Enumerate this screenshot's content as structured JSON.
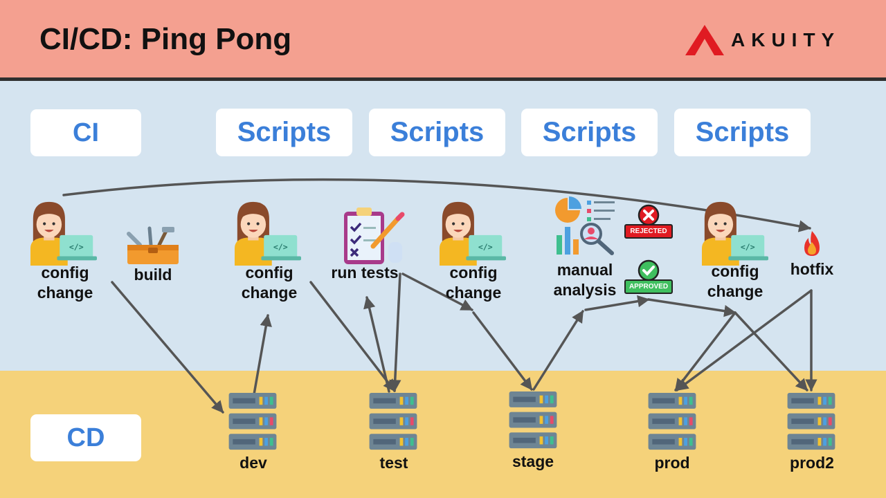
{
  "header": {
    "title": "CI/CD: Ping Pong",
    "brand": "AKUITY"
  },
  "lanes": {
    "ci": "CI",
    "cd": "CD"
  },
  "scripts": [
    "Scripts",
    "Scripts",
    "Scripts",
    "Scripts"
  ],
  "steps": {
    "config1": [
      "config",
      "change"
    ],
    "build": "build",
    "config2": [
      "config",
      "change"
    ],
    "run_tests": "run tests",
    "config3": [
      "config",
      "change"
    ],
    "manual_analysis": [
      "manual",
      "analysis"
    ],
    "config4": [
      "config",
      "change"
    ],
    "hotfix": "hotfix"
  },
  "badges": {
    "rejected": "REJECTED",
    "approved": "APPROVED"
  },
  "environments": [
    "dev",
    "test",
    "stage",
    "prod",
    "prod2"
  ],
  "colors": {
    "header_bg": "#f4a090",
    "ci_bg": "#d5e4f0",
    "cd_bg": "#f5d27a",
    "accent_text": "#3b7fd9",
    "arrow": "#555555",
    "brand_red": "#e01b22"
  },
  "icons": {
    "developer": "developer-laptop-icon",
    "build": "toolbox-icon",
    "tests": "checklist-icon",
    "analysis": "analytics-icon",
    "hotfix": "fire-icon",
    "server": "server-rack-icon"
  }
}
